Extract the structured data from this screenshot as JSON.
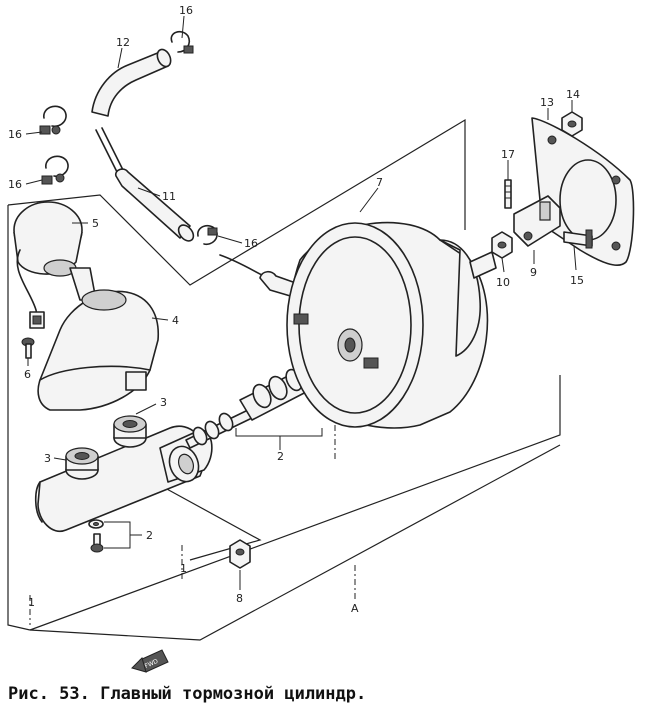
{
  "caption": "Рис. 53. Главный тормозной цилиндр.",
  "labels": {
    "l16a": "16",
    "l12": "12",
    "l16b": "16",
    "l16c": "16",
    "l11": "11",
    "l16d": "16",
    "l5": "5",
    "l4": "4",
    "l6": "6",
    "l7": "7",
    "l13": "13",
    "l14": "14",
    "l17": "17",
    "l9": "9",
    "l10": "10",
    "l15": "15",
    "l3a": "3",
    "l3b": "3",
    "l2a": "2",
    "l2b": "2",
    "l1a": "1",
    "l1b": "1",
    "l8": "8",
    "lA": "A"
  },
  "fwd_mark": "FWD"
}
